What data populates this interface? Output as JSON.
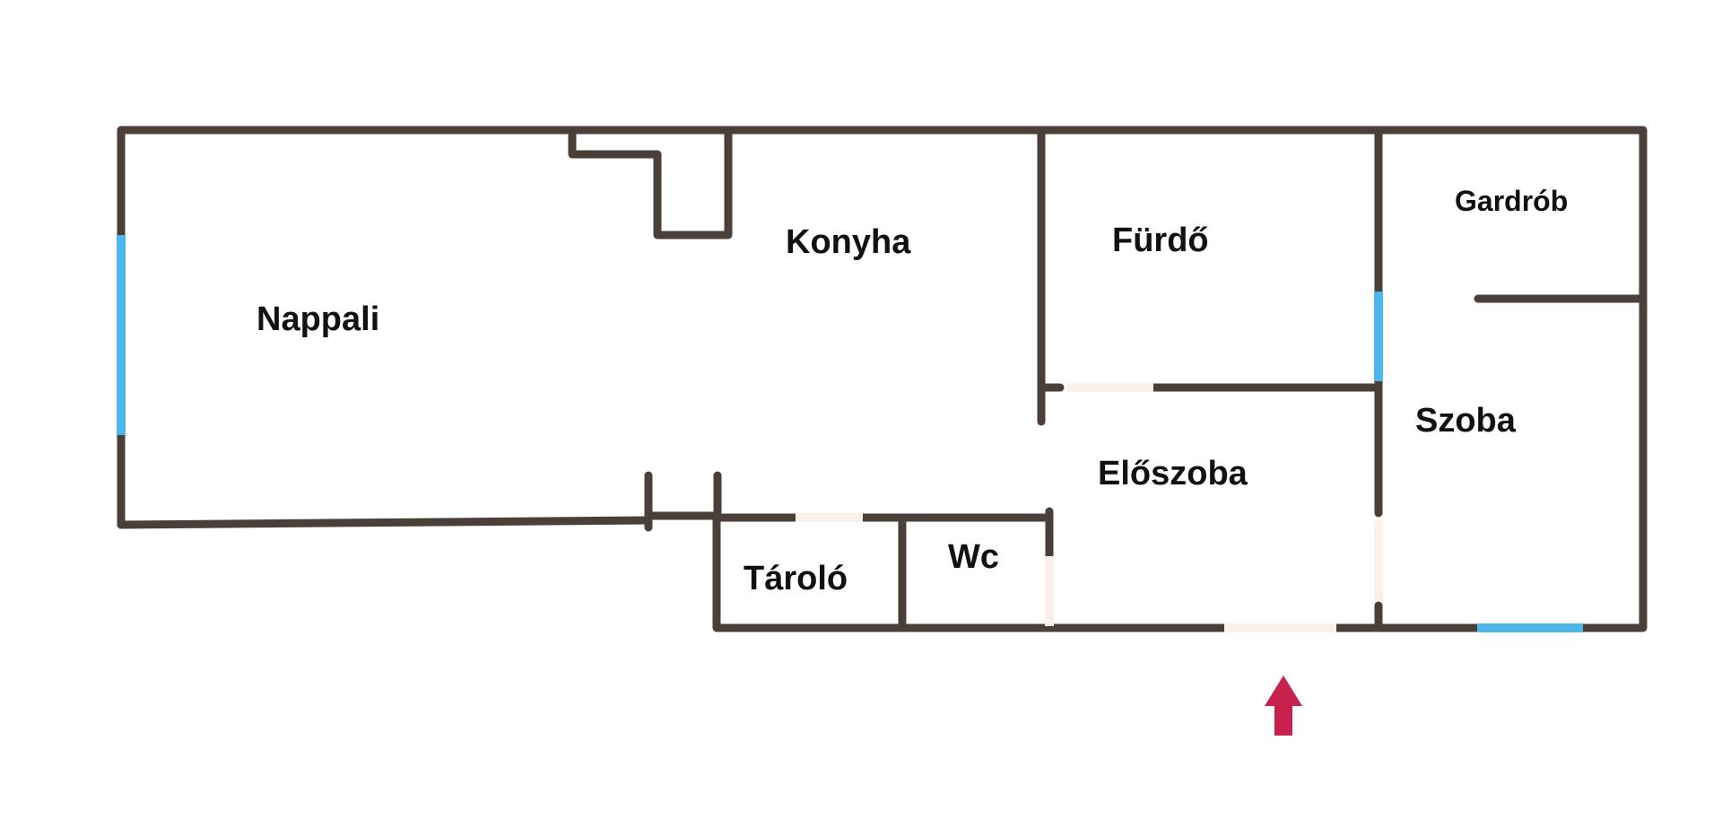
{
  "rooms": {
    "nappali": "Nappali",
    "konyha": "Konyha",
    "furdo": "Fürdő",
    "gardrob": "Gardrób",
    "szoba": "Szoba",
    "eloszoba": "Előszoba",
    "tarolo": "Tároló",
    "wc": "Wc"
  },
  "colors": {
    "wall": "#4a3f39",
    "window": "#4db6ea",
    "door": "#fbf1e8",
    "entrance_arrow": "#c8214e"
  },
  "icons": {
    "entrance": "entrance-arrow-icon"
  }
}
